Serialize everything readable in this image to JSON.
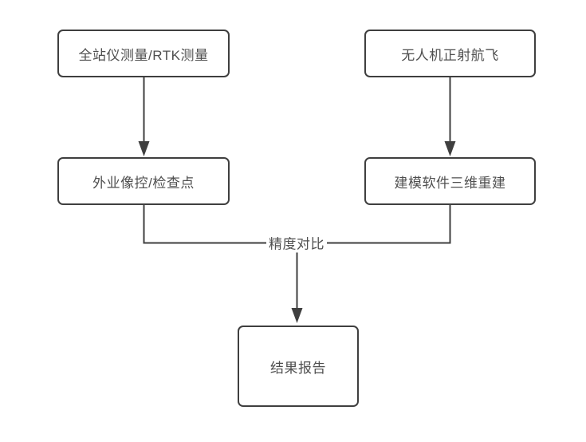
{
  "diagram": {
    "background_color": "#ffffff",
    "stroke_color": "#3f3f3f",
    "text_color": "#4f4f4f",
    "nodes": [
      {
        "id": "total-station-rtk",
        "label": "全站仪测量/RTK测量"
      },
      {
        "id": "uav-ortho-flight",
        "label": "无人机正射航飞"
      },
      {
        "id": "field-control-points",
        "label": "外业像控/检查点"
      },
      {
        "id": "3d-reconstruction",
        "label": "建模软件三维重建"
      },
      {
        "id": "result-report",
        "label": "结果报告"
      }
    ],
    "edges": [
      {
        "from": "total-station-rtk",
        "to": "field-control-points",
        "arrow": true
      },
      {
        "from": "uav-ortho-flight",
        "to": "3d-reconstruction",
        "arrow": true
      },
      {
        "from": "field-control-points",
        "to": "result-report",
        "arrow": true,
        "label": "精度对比"
      },
      {
        "from": "3d-reconstruction",
        "to": "result-report",
        "arrow": true,
        "label": "精度对比"
      }
    ],
    "edge_label": "精度对比"
  }
}
